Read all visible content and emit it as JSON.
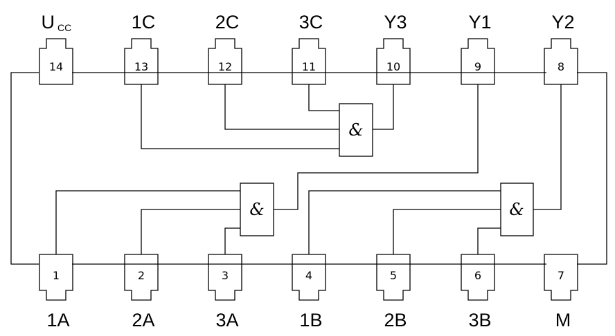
{
  "chip": {
    "top_pins": [
      {
        "number": "14",
        "label": "U",
        "label_sub": "CC"
      },
      {
        "number": "13",
        "label": "1C"
      },
      {
        "number": "12",
        "label": "2C"
      },
      {
        "number": "11",
        "label": "3C"
      },
      {
        "number": "10",
        "label": "Y3"
      },
      {
        "number": "9",
        "label": "Y1"
      },
      {
        "number": "8",
        "label": "Y2"
      }
    ],
    "bottom_pins": [
      {
        "number": "1",
        "label": "1A"
      },
      {
        "number": "2",
        "label": "2A"
      },
      {
        "number": "3",
        "label": "3A"
      },
      {
        "number": "4",
        "label": "1B"
      },
      {
        "number": "5",
        "label": "2B"
      },
      {
        "number": "6",
        "label": "3B"
      },
      {
        "number": "7",
        "label": "M"
      }
    ]
  },
  "gates": [
    {
      "symbol": "&"
    },
    {
      "symbol": "&"
    },
    {
      "symbol": "&"
    }
  ]
}
